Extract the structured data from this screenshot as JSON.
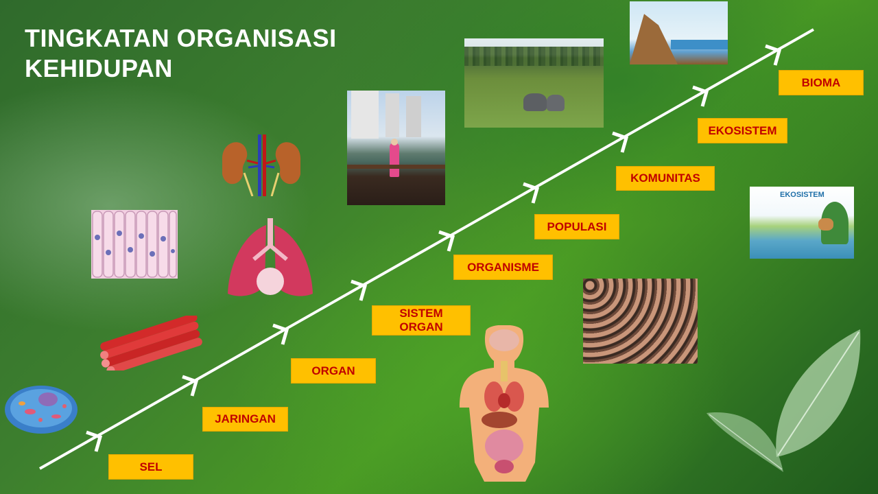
{
  "title_line1": "TINGKATAN ORGANISASI",
  "title_line2": "KEHIDUPAN",
  "levels": [
    {
      "name": "SEL"
    },
    {
      "name": "JARINGAN"
    },
    {
      "name": "ORGAN"
    },
    {
      "name": "SISTEM ORGAN"
    },
    {
      "name": "ORGANISME"
    },
    {
      "name": "POPULASI"
    },
    {
      "name": "KOMUNITAS"
    },
    {
      "name": "EKOSISTEM"
    },
    {
      "name": "BIOMA"
    }
  ],
  "ecosystem_caption": "EKOSISTEM",
  "colors": {
    "label_bg": "#ffc000",
    "label_text": "#c00000",
    "arrow": "#ffffff"
  }
}
